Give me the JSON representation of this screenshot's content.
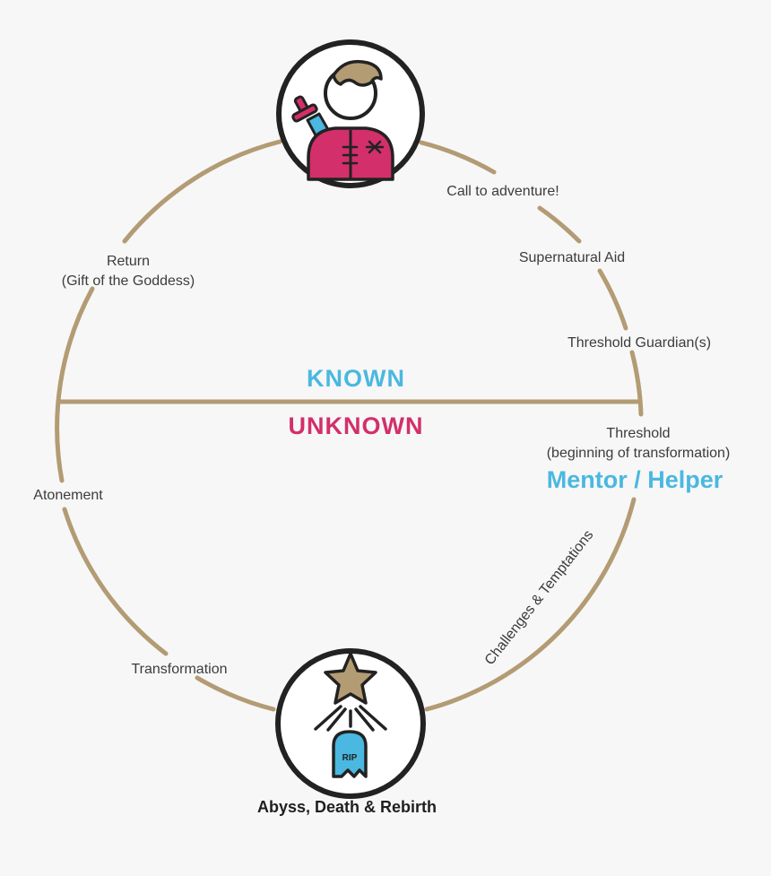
{
  "colors": {
    "background": "#f7f7f7",
    "circle": "#b39b74",
    "known": "#4ab8e0",
    "unknown": "#d32f6a",
    "mentor": "#4ab8e0",
    "icon_ring": "#222222"
  },
  "labels": {
    "call_to_adventure": "Call to adventure!",
    "supernatural_aid": "Supernatural Aid",
    "threshold_guardians": "Threshold Guardian(s)",
    "threshold_line1": "Threshold",
    "threshold_line2": "(beginning of transformation)",
    "mentor_helper": "Mentor / Helper",
    "challenges": "Challenges & Temptations",
    "abyss": "Abyss, Death & Rebirth",
    "transformation": "Transformation",
    "atonement": "Atonement",
    "return_line1": "Return",
    "return_line2": "(Gift of the Goddess)",
    "known": "KNOWN",
    "unknown": "UNKNOWN",
    "rip": "RIP"
  },
  "icons": {
    "top": "hero-with-sword-icon",
    "bottom": "star-gravestone-icon"
  }
}
